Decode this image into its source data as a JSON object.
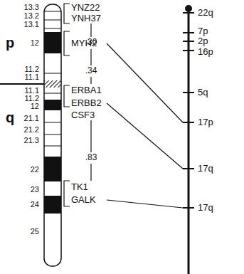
{
  "diagram": {
    "labels": [
      "13.3",
      "13.2",
      "13.1",
      "12",
      "11.2",
      "11.1",
      "11.1",
      "11.2",
      "12",
      "21.1",
      "21.2",
      "21.3",
      "22",
      "23",
      "24",
      "25",
      "p",
      "q",
      "YNZ22",
      "YNH37",
      ".30",
      "MYH2",
      ".34",
      "ERBA1",
      "ERBB2",
      "CSF3",
      ".83",
      "TK1",
      "GALK",
      "22q",
      "7p",
      "2p",
      "16p",
      "5q",
      "17p",
      "17q",
      "17q"
    ]
  }
}
